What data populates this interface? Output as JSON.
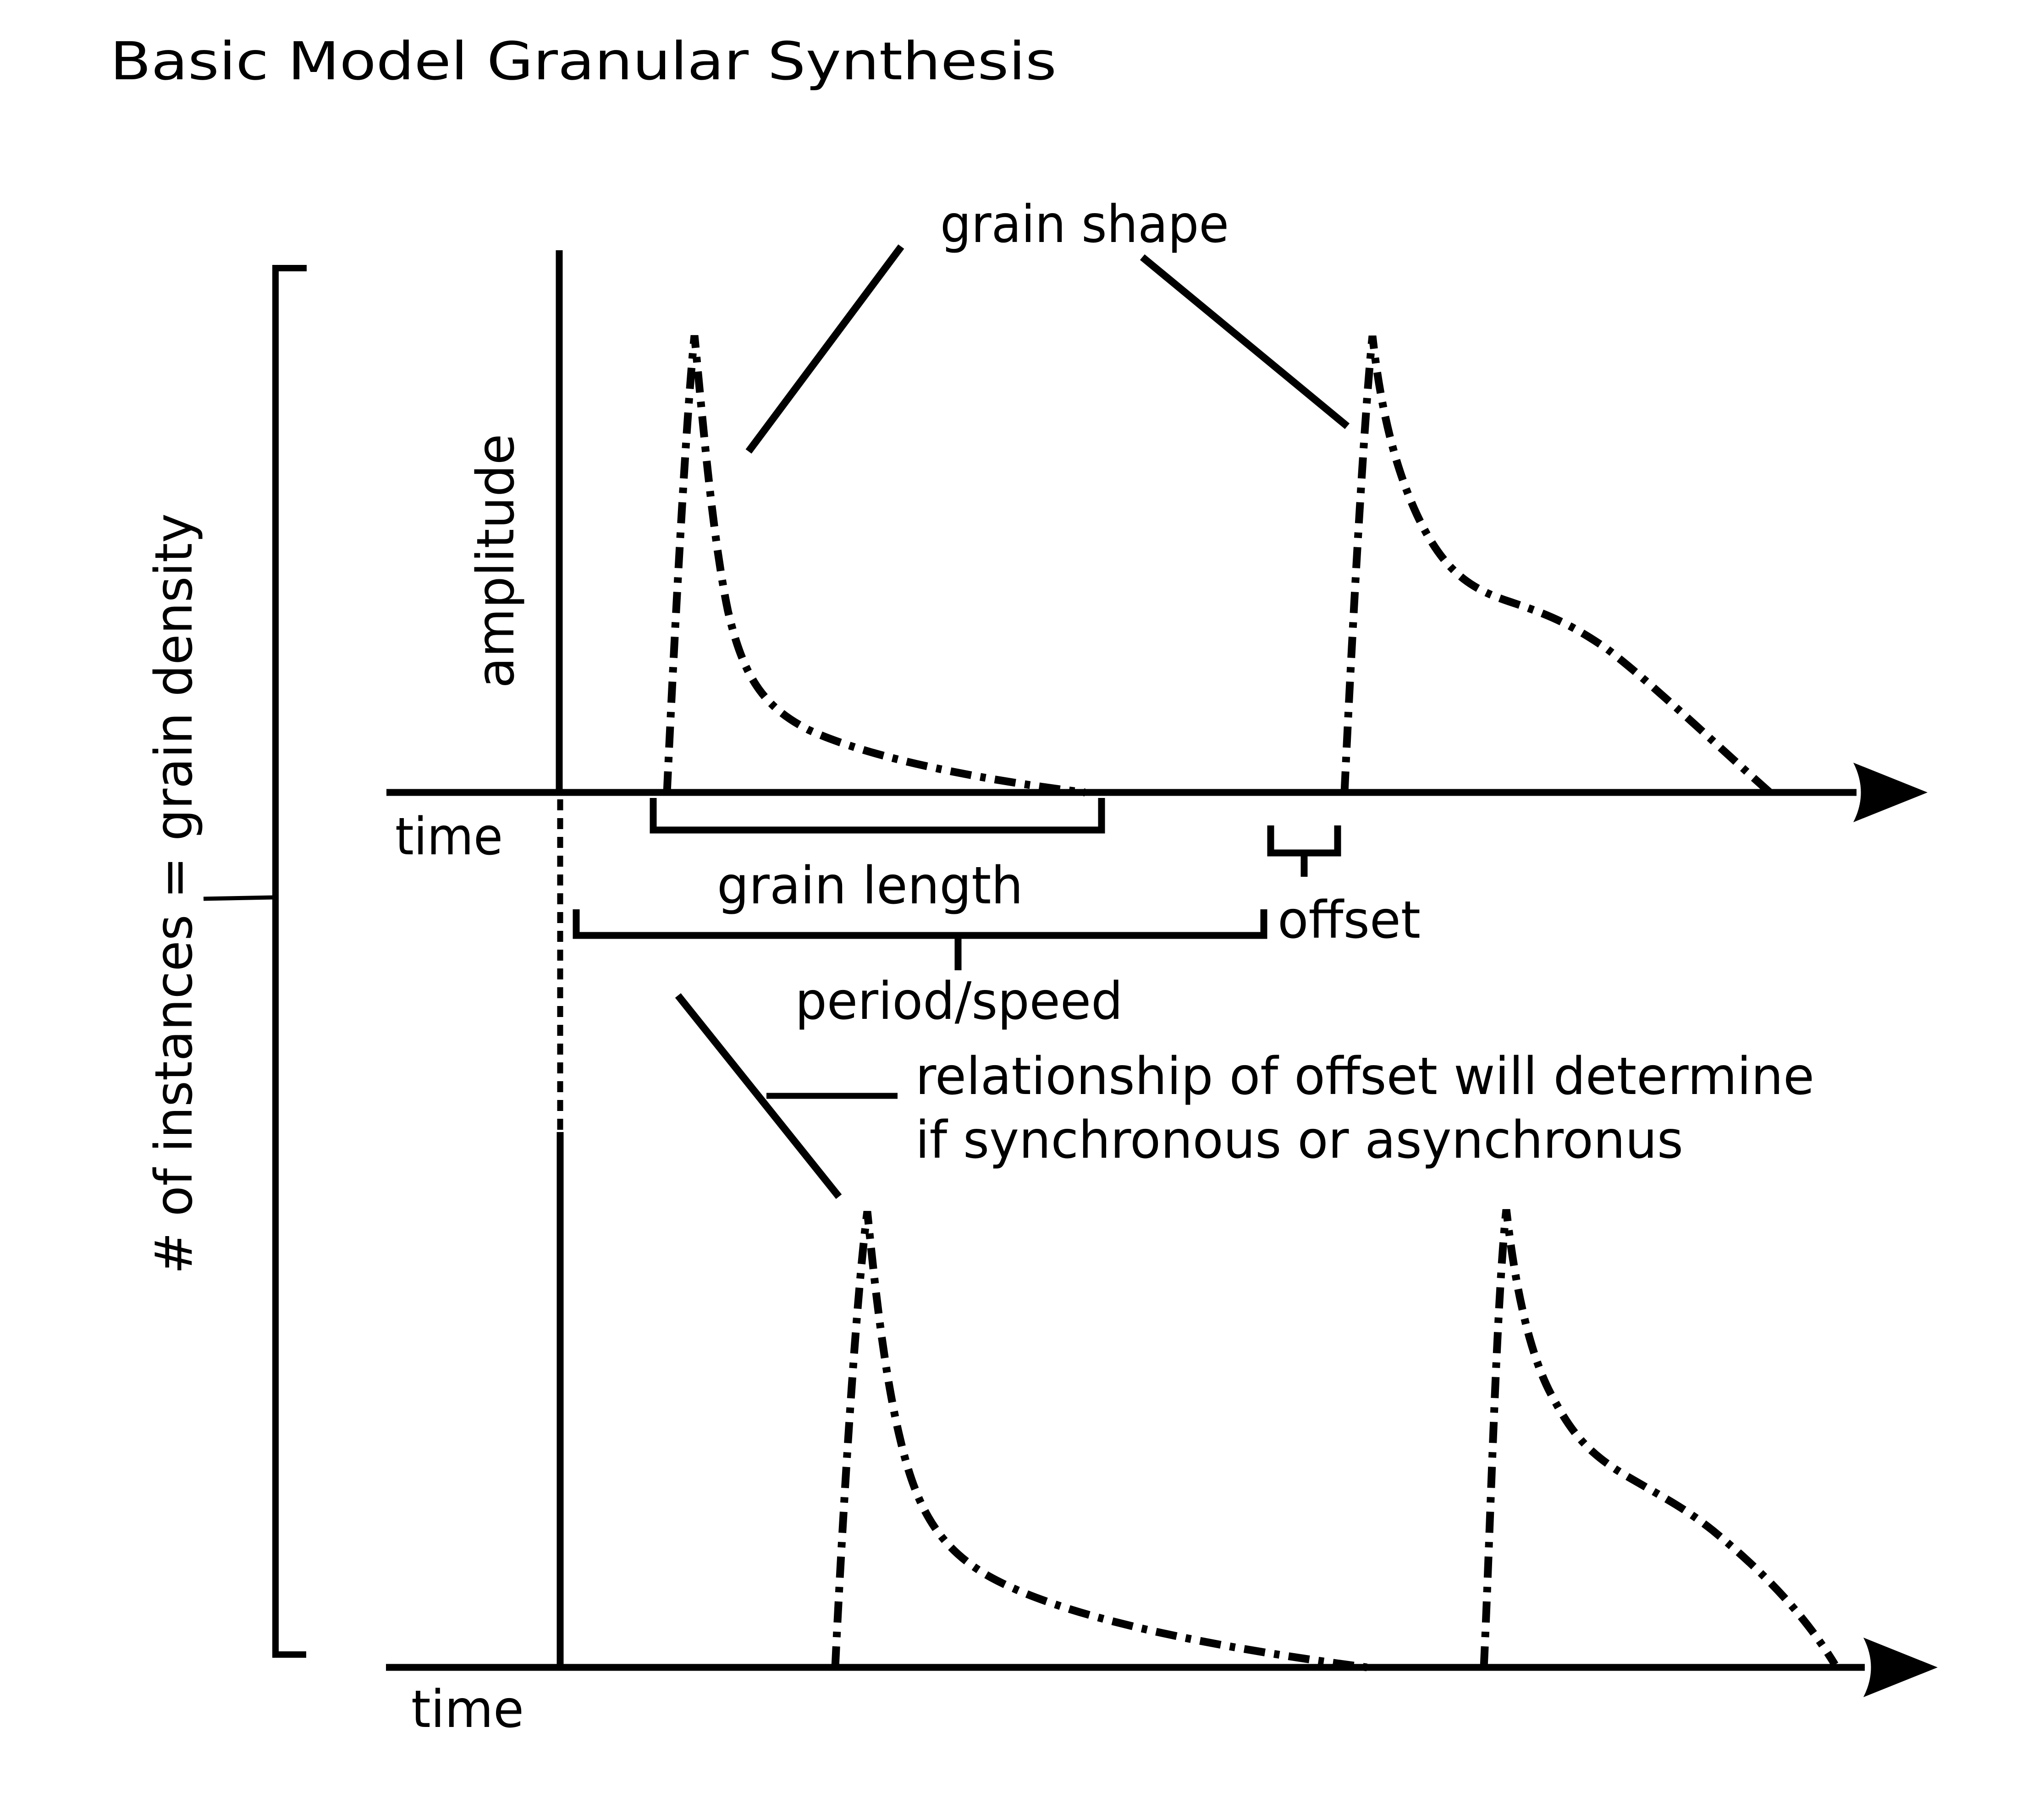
{
  "colors": {
    "ink": "#000000",
    "background": "#ffffff"
  },
  "title": "Basic Model Granular Synthesis",
  "density_bracket": {
    "label": "# of instances = grain density"
  },
  "top_chart": {
    "y_axis_label": "amplitude",
    "x_axis_label": "time",
    "annotations": {
      "grain_shape": "grain shape",
      "grain_length": "grain length",
      "offset": "offset",
      "period_speed": "period/speed",
      "note_line1": "relationship of offset will determine",
      "note_line2": "if synchronous or asynchronus"
    }
  },
  "bottom_chart": {
    "x_axis_label": "time"
  }
}
